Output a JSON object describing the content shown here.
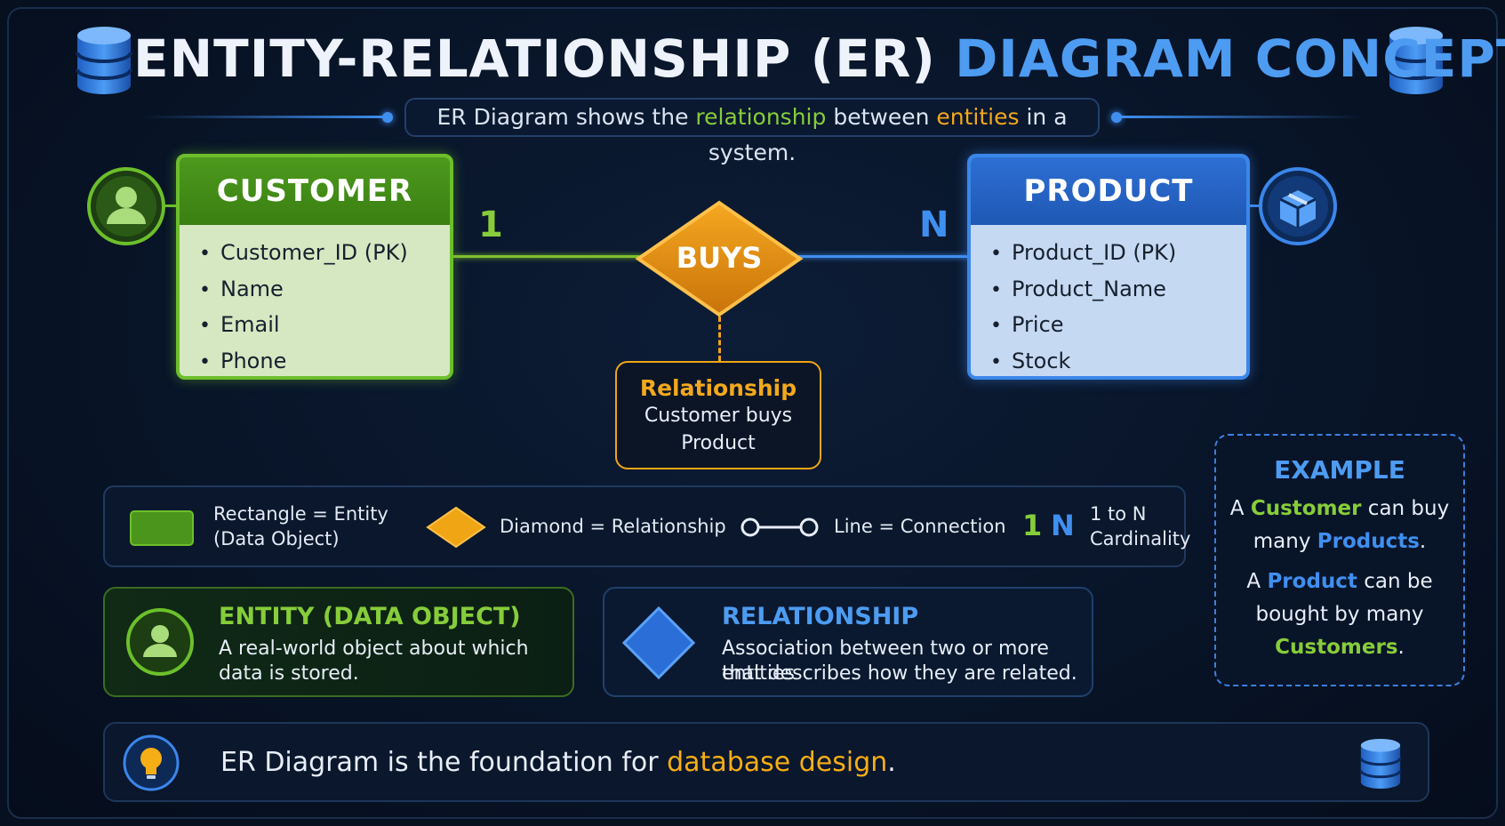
{
  "header": {
    "title_part1": "ENTITY-RELATIONSHIP (ER)",
    "title_part2": "DIAGRAM CONCEPT",
    "subtitle": {
      "before": "ER Diagram shows the",
      "word_relationship": "relationship",
      "middle": "between",
      "word_entities": "entities",
      "after": "in a system."
    }
  },
  "customer": {
    "title": "CUSTOMER",
    "attributes": [
      "Customer_ID (PK)",
      "Name",
      "Email",
      "Phone"
    ]
  },
  "product": {
    "title": "PRODUCT",
    "attributes": [
      "Product_ID (PK)",
      "Product_Name",
      "Price",
      "Stock"
    ]
  },
  "relationship": {
    "label": "BUYS",
    "cardinality_left": "1",
    "cardinality_right": "N",
    "note_title": "Relationship",
    "note_line1": "Customer buys",
    "note_line2": "Product"
  },
  "legend": {
    "rectangle_line1": "Rectangle = Entity",
    "rectangle_line2": "(Data Object)",
    "diamond": "Diamond = Relationship",
    "line": "Line = Connection",
    "card_1": "1",
    "card_n": "N",
    "cardinality_line1": "1 to N",
    "cardinality_line2": "Cardinality"
  },
  "entity_card": {
    "title": "ENTITY (DATA OBJECT)",
    "desc_line1": "A real-world object about which",
    "desc_line2": "data is stored."
  },
  "relationship_card": {
    "title": "RELATIONSHIP",
    "desc_line1": "Association between two or more entities",
    "desc_line2": "that describes how they are related."
  },
  "example": {
    "title": "EXAMPLE",
    "p1_a": "A",
    "p1_customer": "Customer",
    "p1_b": "can buy",
    "p1_c": "many",
    "p1_products": "Products",
    "p1_dot": ".",
    "p2_a": "A",
    "p2_product": "Product",
    "p2_b": "can be",
    "p2_c": "bought by many",
    "p2_customers": "Customers",
    "p2_dot": "."
  },
  "footer": {
    "text_before": "ER Diagram is the foundation for",
    "text_highlight": "database design",
    "text_after": "."
  },
  "colors": {
    "green": "#6cbf2b",
    "blue": "#3b86ea",
    "orange": "#f0a514",
    "background": "#081428"
  },
  "icons": [
    "database-icon",
    "user-icon",
    "package-icon",
    "lightbulb-icon",
    "diamond-icon"
  ]
}
